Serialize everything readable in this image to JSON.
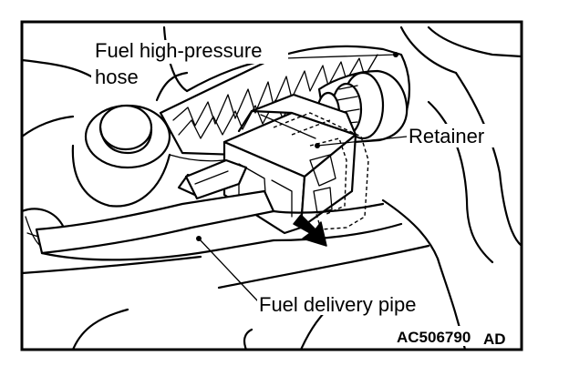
{
  "diagram": {
    "labels": {
      "hose_line1": "Fuel high-pressure",
      "hose_line2": "hose",
      "retainer": "Retainer",
      "delivery_pipe": "Fuel delivery pipe"
    },
    "figure_code": "AC506790",
    "figure_suffix": "AD"
  }
}
